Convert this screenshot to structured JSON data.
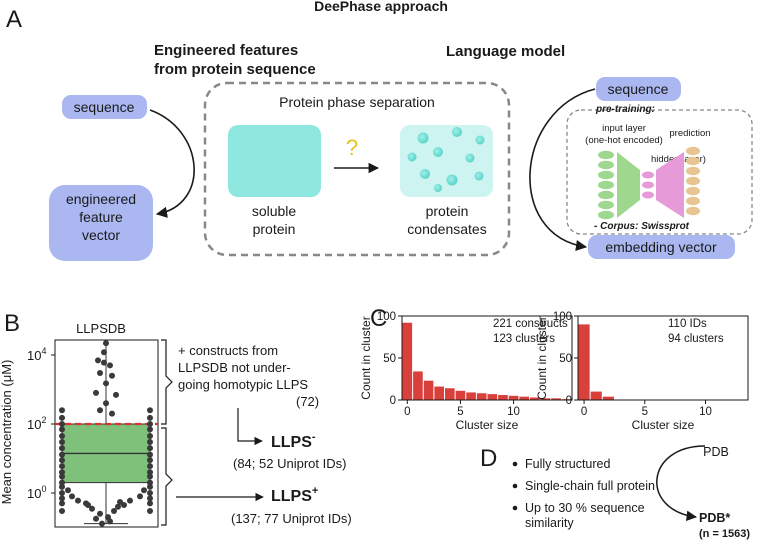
{
  "title": "DeePhase approach",
  "panels": {
    "A": "A",
    "B": "B",
    "C": "C",
    "D": "D"
  },
  "panelA": {
    "left_header_1": "Engineered features",
    "left_header_2": "from protein sequence",
    "right_header": "Language model",
    "sequence_left": "sequence",
    "engineered_vector": [
      "engineered",
      "feature",
      "vector"
    ],
    "phase_box_title": "Protein phase separation",
    "question_mark": "?",
    "soluble": [
      "soluble",
      "protein"
    ],
    "condensates": [
      "protein",
      "condensates"
    ],
    "sequence_right": "sequence",
    "pretraining": "pre-training:",
    "input_layer": [
      "input layer",
      "(one-hot encoded)"
    ],
    "hidden_layer": "hidden layer)",
    "prediction": "prediction",
    "corpus": "- Corpus: Swissprot",
    "embedding": "embedding vector",
    "colors": {
      "blue_box": "#aab7f0",
      "teal": "#8ee8e0",
      "green": "#9ed88e",
      "pink": "#e79ad8",
      "tan": "#e8c493"
    }
  },
  "panelB": {
    "title": "LLPSDB",
    "ylabel": "Mean concentration (μM)",
    "yticks": [
      {
        "base": "10",
        "exp": "4"
      },
      {
        "base": "10",
        "exp": "2"
      },
      {
        "base": "10",
        "exp": "0"
      }
    ],
    "note": [
      "+ constructs from",
      "LLPSDB not under-",
      "going homotypic LLPS",
      "(72)"
    ],
    "llps_minus": {
      "label": "LLPS",
      "sup": "-",
      "detail": "(84; 52 Uniprot IDs)"
    },
    "llps_plus": {
      "label": "LLPS",
      "sup": "+",
      "detail": "(137; 77 Uniprot IDs)"
    },
    "threshold": 100
  },
  "panelC": {
    "ylabel": "Count in cluster",
    "xlabel": "Cluster size",
    "left_info": [
      "221 constructs",
      "123 clusters"
    ],
    "right_info": [
      "110 IDs",
      "94 clusters"
    ]
  },
  "panelD": {
    "bullets": [
      "Fully structured",
      "Single-chain full protein",
      "Up to 30 % sequence",
      "similarity"
    ],
    "pdb": "PDB",
    "pdb_star": "PDB*",
    "n": "(n = 1563)"
  },
  "chart_data": [
    {
      "type": "bar",
      "title": "",
      "xlabel": "Cluster size",
      "ylabel": "Count in cluster",
      "xlim": [
        0,
        16
      ],
      "ylim": [
        0,
        100
      ],
      "xticks": [
        0,
        5,
        10
      ],
      "yticks": [
        0,
        50,
        100
      ],
      "x": [
        0,
        1,
        2,
        3,
        4,
        5,
        6,
        7,
        8,
        9,
        10,
        11,
        12,
        13,
        14,
        15
      ],
      "values": [
        92,
        34,
        23,
        16,
        14,
        11,
        9,
        8,
        7,
        6,
        5,
        4,
        3,
        2,
        2,
        1
      ]
    },
    {
      "type": "bar",
      "title": "",
      "xlabel": "Cluster size",
      "ylabel": "Count in cluster",
      "xlim": [
        0,
        14
      ],
      "ylim": [
        0,
        100
      ],
      "xticks": [
        0,
        5,
        10
      ],
      "yticks": [
        0,
        50,
        100
      ],
      "x": [
        0,
        1,
        2
      ],
      "values": [
        90,
        10,
        4
      ]
    },
    {
      "type": "box",
      "title": "LLPSDB",
      "ylabel": "Mean concentration (μM)",
      "yscale": "log",
      "ylim_exp": [
        -1,
        4.5
      ],
      "q1": 2,
      "median": 14,
      "q3": 100,
      "whisker_low": 0.13,
      "whisker_high": 22000,
      "threshold": 100
    }
  ]
}
